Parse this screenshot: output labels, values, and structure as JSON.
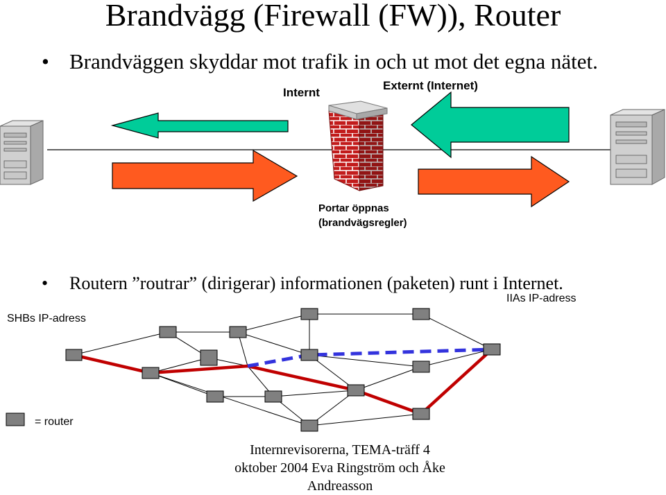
{
  "title": "Brandvägg (Firewall (FW)), Router",
  "bullets": {
    "glyph": "•",
    "b1": "Brandväggen skyddar mot trafik in och ut mot det egna nätet.",
    "b2": "Routern ”routrar” (dirigerar) informationen (paketen) runt i Internet."
  },
  "firewall_diagram": {
    "internal_label": "Internt",
    "external_label": "Externt (Internet)",
    "ports_label_line1": "Portar öppnas",
    "ports_label_line2": "(brandvägsregler)",
    "colors": {
      "inbound_arrow": "#00cc99",
      "outbound_arrow": "#ff5a1f",
      "brick": "#c21b1b"
    }
  },
  "network_diagram": {
    "source_label": "SHBs IP-adress",
    "destination_label": "IIAs IP-adress",
    "legend_label": "= router",
    "colors": {
      "router": "#808080",
      "route_path": "#c00000",
      "dashed_path": "#3333dd"
    }
  },
  "footer": {
    "line1": "Internrevisorerna, TEMA-träff 4",
    "line2": "oktober 2004 Eva Ringström och Åke",
    "line3": "Andreasson"
  }
}
